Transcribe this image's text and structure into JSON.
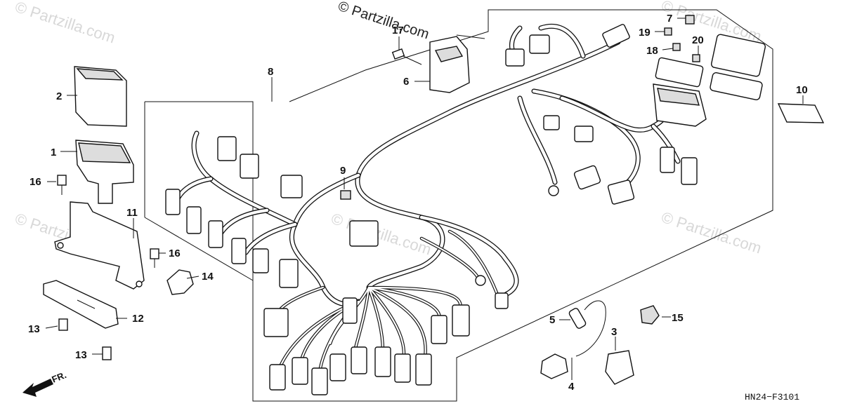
{
  "watermark": {
    "top": "© Partzilla.com",
    "faint": "© Partzilla.com"
  },
  "diagram_code": "HN24−F3101",
  "direction": "FR.",
  "callouts": [
    "1",
    "2",
    "3",
    "4",
    "5",
    "6",
    "7",
    "8",
    "9",
    "10",
    "11",
    "12",
    "13",
    "13",
    "14",
    "15",
    "16",
    "16",
    "17",
    "18",
    "19",
    "20"
  ]
}
